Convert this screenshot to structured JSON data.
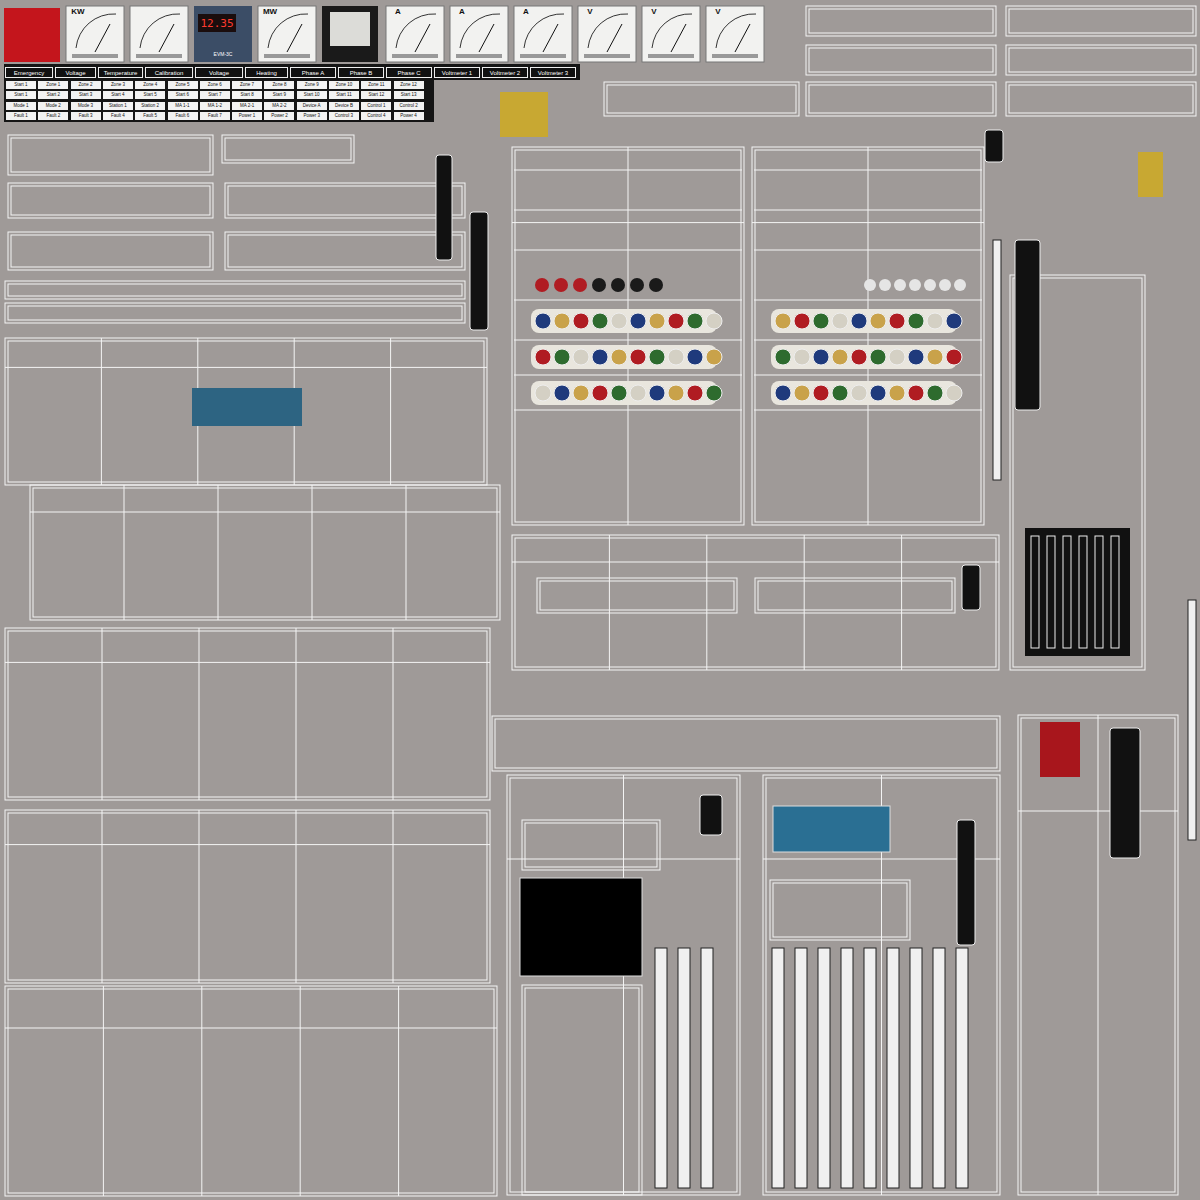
{
  "diagram": {
    "nodes": [
      {
        "text": [
          "Emergency"
        ]
      },
      {
        "text": [
          "Voltage"
        ]
      },
      {
        "text": [
          "Temperature"
        ]
      },
      {
        "text": [
          "Calibration"
        ]
      },
      {
        "text": [
          "Voltage"
        ]
      },
      {
        "text": [
          "Heating"
        ]
      },
      {
        "text": [
          "Phase A"
        ]
      },
      {
        "text": [
          "Phase B"
        ]
      },
      {
        "text": [
          "Phase C"
        ]
      },
      {
        "text": [
          "Voltmeter 1"
        ]
      },
      {
        "text": [
          "Voltmeter 2"
        ]
      },
      {
        "text": [
          "Voltmeter 3"
        ]
      }
    ],
    "labels": [
      "KW",
      "MW",
      "A",
      "A",
      "A",
      "V",
      "V",
      "V",
      "12.35",
      "EVM-3C",
      "Start 1",
      "Zone 1",
      "Zone 2",
      "Zone 3",
      "Zone 4",
      "Zone 5",
      "Zone 6",
      "Zone 7",
      "Zone 8",
      "Zone 9",
      "Zone 10",
      "Zone 11",
      "Zone 12",
      "Start 1",
      "Start 2",
      "Start 3",
      "Start 4",
      "Start 5",
      "Start 6",
      "Start 7",
      "Start 8",
      "Start 9",
      "Start 10",
      "Start 11",
      "Start 12",
      "Start 13",
      "Mode 1",
      "Mode 2",
      "Mode 3",
      "Station 1",
      "Station 2",
      "MA 1-1",
      "MA 1-2",
      "MA 2-1",
      "MA 2-2",
      "Device A",
      "Device B",
      "Control 1",
      "Control 2",
      "Fault 1",
      "Fault 2",
      "Fault 3",
      "Fault 4",
      "Fault 5",
      "Fault 6",
      "Fault 7",
      "Power 1",
      "Power 2",
      "Power 3",
      "Control 3",
      "Control 4",
      "Power 4"
    ]
  }
}
